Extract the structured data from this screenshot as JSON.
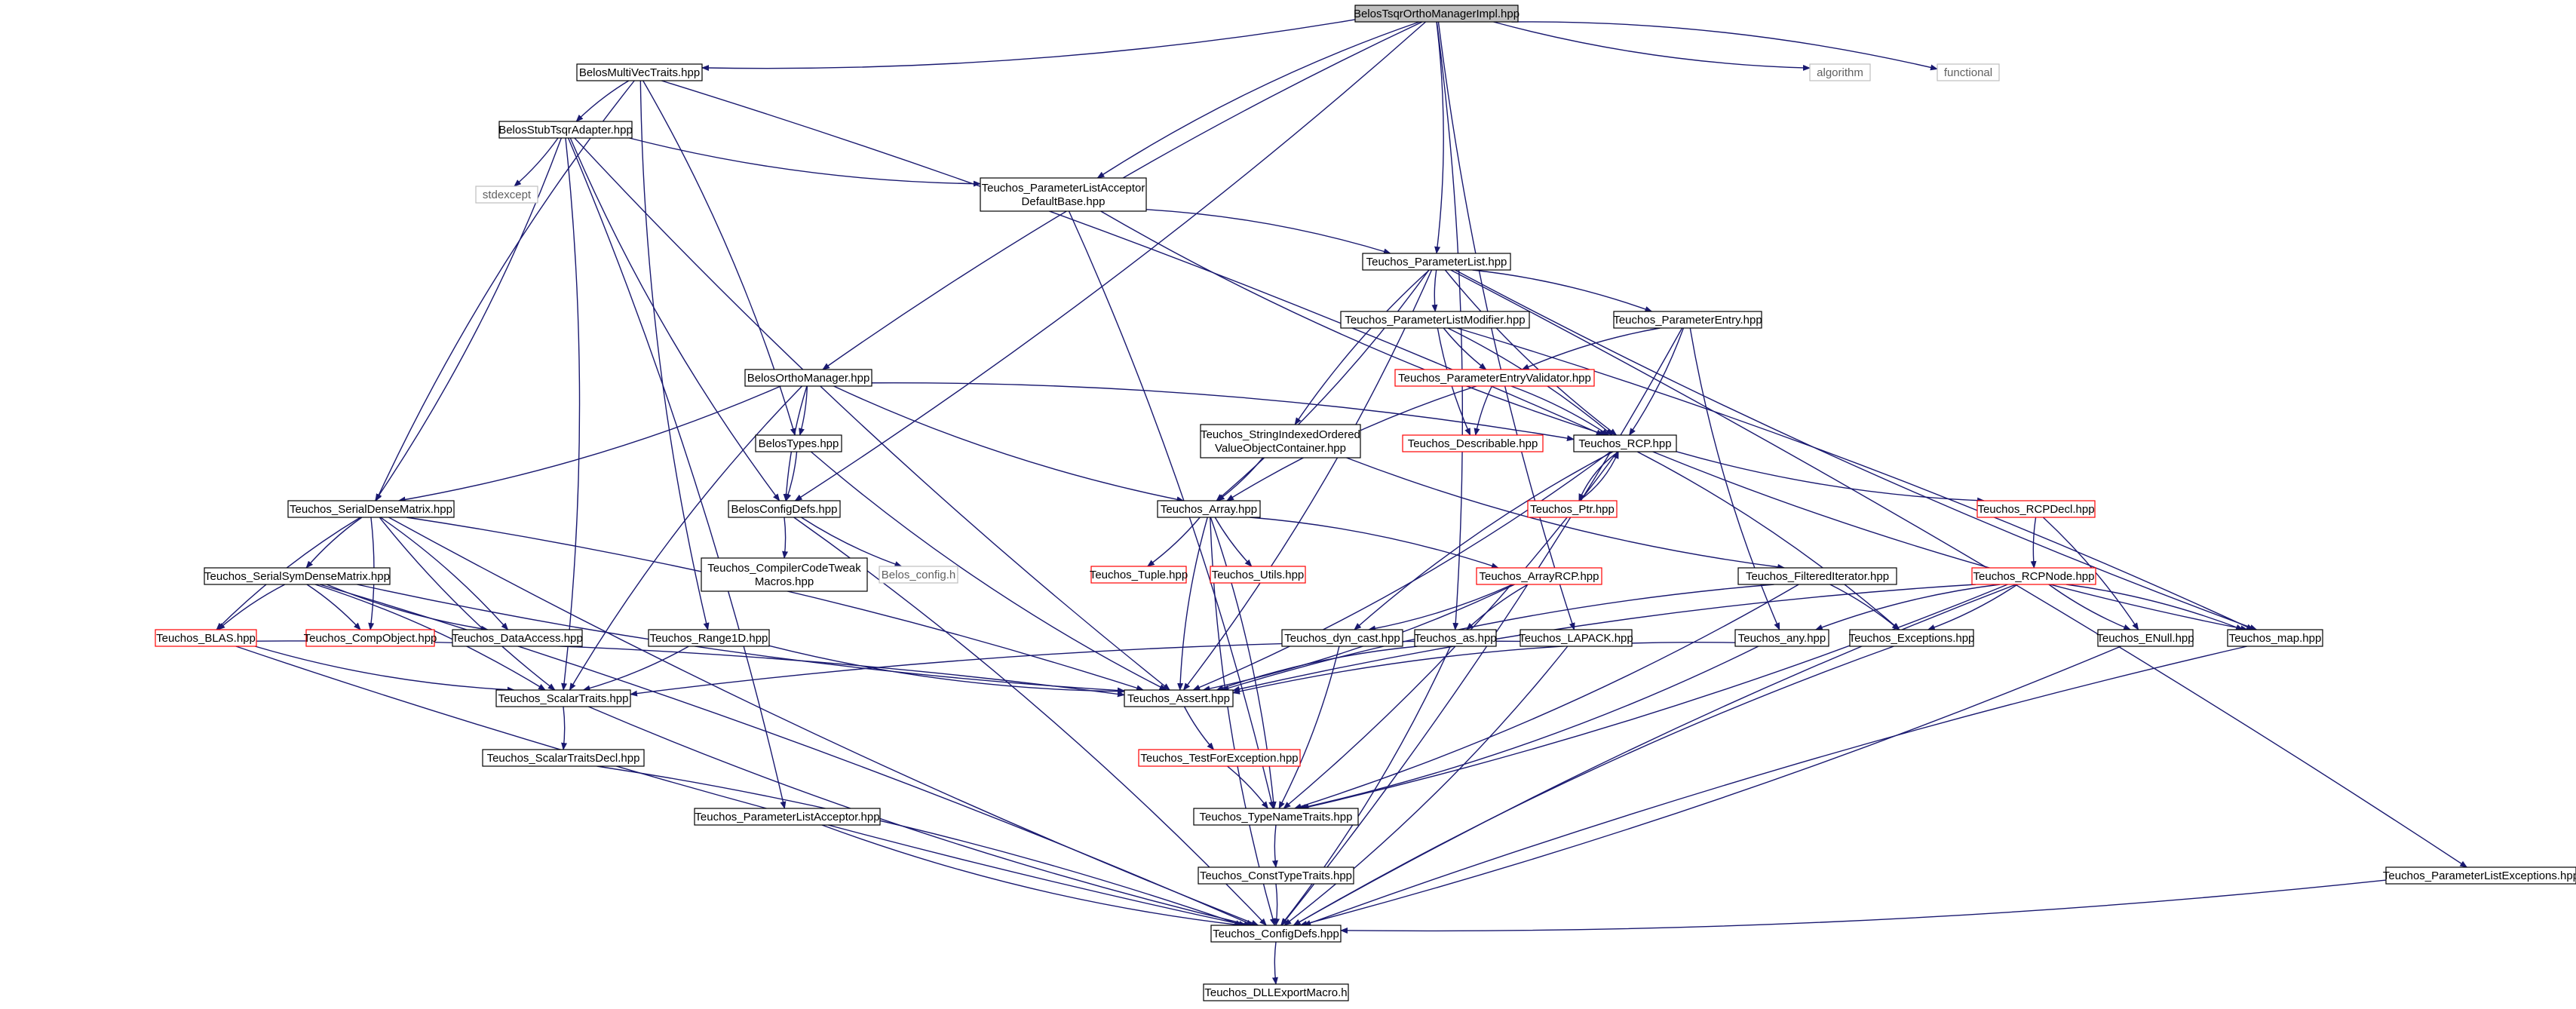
{
  "diagram": {
    "colors": {
      "edge": "#191970",
      "border_normal": "#000000",
      "border_truncated": "#ff0000",
      "border_external": "#bfbfbf",
      "root_fill": "#bfbfbf",
      "node_fill": "#ffffff",
      "text": "#000000",
      "text_external": "#606060"
    },
    "nodes": [
      {
        "id": "root",
        "lines": [
          "BelosTsqrOrthoManagerImpl.hpp"
        ],
        "kind": "root"
      },
      {
        "id": "mvtraits",
        "lines": [
          "BelosMultiVecTraits.hpp"
        ],
        "kind": "normal"
      },
      {
        "id": "algorithm",
        "lines": [
          "algorithm"
        ],
        "kind": "external"
      },
      {
        "id": "functional",
        "lines": [
          "functional"
        ],
        "kind": "external"
      },
      {
        "id": "stubtsqr",
        "lines": [
          "BelosStubTsqrAdapter.hpp"
        ],
        "kind": "normal"
      },
      {
        "id": "stdexcept",
        "lines": [
          "stdexcept"
        ],
        "kind": "external"
      },
      {
        "id": "plad",
        "lines": [
          "Teuchos_ParameterListAcceptor",
          "DefaultBase.hpp"
        ],
        "kind": "normal"
      },
      {
        "id": "plist",
        "lines": [
          "Teuchos_ParameterList.hpp"
        ],
        "kind": "normal"
      },
      {
        "id": "plmod",
        "lines": [
          "Teuchos_ParameterListModifier.hpp"
        ],
        "kind": "normal"
      },
      {
        "id": "pentry",
        "lines": [
          "Teuchos_ParameterEntry.hpp"
        ],
        "kind": "normal"
      },
      {
        "id": "pev",
        "lines": [
          "Teuchos_ParameterEntryValidator.hpp"
        ],
        "kind": "truncated"
      },
      {
        "id": "orthomgr",
        "lines": [
          "BelosOrthoManager.hpp"
        ],
        "kind": "normal"
      },
      {
        "id": "sivo",
        "lines": [
          "Teuchos_StringIndexedOrdered",
          "ValueObjectContainer.hpp"
        ],
        "kind": "normal"
      },
      {
        "id": "describable",
        "lines": [
          "Teuchos_Describable.hpp"
        ],
        "kind": "truncated"
      },
      {
        "id": "rcp",
        "lines": [
          "Teuchos_RCP.hpp"
        ],
        "kind": "normal"
      },
      {
        "id": "belostypes",
        "lines": [
          "BelosTypes.hpp"
        ],
        "kind": "normal"
      },
      {
        "id": "sdm",
        "lines": [
          "Teuchos_SerialDenseMatrix.hpp"
        ],
        "kind": "normal"
      },
      {
        "id": "belosconfig",
        "lines": [
          "BelosConfigDefs.hpp"
        ],
        "kind": "normal"
      },
      {
        "id": "array",
        "lines": [
          "Teuchos_Array.hpp"
        ],
        "kind": "normal"
      },
      {
        "id": "ptr",
        "lines": [
          "Teuchos_Ptr.hpp"
        ],
        "kind": "truncated"
      },
      {
        "id": "rcpdecl",
        "lines": [
          "Teuchos_RCPDecl.hpp"
        ],
        "kind": "truncated"
      },
      {
        "id": "cctweak",
        "lines": [
          "Teuchos_CompilerCodeTweak",
          "Macros.hpp"
        ],
        "kind": "normal"
      },
      {
        "id": "belosconfigh",
        "lines": [
          "Belos_config.h"
        ],
        "kind": "external"
      },
      {
        "id": "ssdm",
        "lines": [
          "Teuchos_SerialSymDenseMatrix.hpp"
        ],
        "kind": "normal"
      },
      {
        "id": "tuple",
        "lines": [
          "Teuchos_Tuple.hpp"
        ],
        "kind": "truncated"
      },
      {
        "id": "utils",
        "lines": [
          "Teuchos_Utils.hpp"
        ],
        "kind": "truncated"
      },
      {
        "id": "arcp",
        "lines": [
          "Teuchos_ArrayRCP.hpp"
        ],
        "kind": "truncated"
      },
      {
        "id": "filtered",
        "lines": [
          "Teuchos_FilteredIterator.hpp"
        ],
        "kind": "normal"
      },
      {
        "id": "rcpnode",
        "lines": [
          "Teuchos_RCPNode.hpp"
        ],
        "kind": "truncated"
      },
      {
        "id": "blas",
        "lines": [
          "Teuchos_BLAS.hpp"
        ],
        "kind": "truncated"
      },
      {
        "id": "compobj",
        "lines": [
          "Teuchos_CompObject.hpp"
        ],
        "kind": "truncated"
      },
      {
        "id": "dataaccess",
        "lines": [
          "Teuchos_DataAccess.hpp"
        ],
        "kind": "normal"
      },
      {
        "id": "range1d",
        "lines": [
          "Teuchos_Range1D.hpp"
        ],
        "kind": "normal"
      },
      {
        "id": "dyncast",
        "lines": [
          "Teuchos_dyn_cast.hpp"
        ],
        "kind": "normal"
      },
      {
        "id": "as",
        "lines": [
          "Teuchos_as.hpp"
        ],
        "kind": "normal"
      },
      {
        "id": "lapack",
        "lines": [
          "Teuchos_LAPACK.hpp"
        ],
        "kind": "normal"
      },
      {
        "id": "any",
        "lines": [
          "Teuchos_any.hpp"
        ],
        "kind": "normal"
      },
      {
        "id": "exceptions",
        "lines": [
          "Teuchos_Exceptions.hpp"
        ],
        "kind": "normal"
      },
      {
        "id": "enull",
        "lines": [
          "Teuchos_ENull.hpp"
        ],
        "kind": "normal"
      },
      {
        "id": "map",
        "lines": [
          "Teuchos_map.hpp"
        ],
        "kind": "normal"
      },
      {
        "id": "scalartraits",
        "lines": [
          "Teuchos_ScalarTraits.hpp"
        ],
        "kind": "normal"
      },
      {
        "id": "assert",
        "lines": [
          "Teuchos_Assert.hpp"
        ],
        "kind": "normal"
      },
      {
        "id": "stdecl",
        "lines": [
          "Teuchos_ScalarTraitsDecl.hpp"
        ],
        "kind": "normal"
      },
      {
        "id": "tfe",
        "lines": [
          "Teuchos_TestForException.hpp"
        ],
        "kind": "truncated"
      },
      {
        "id": "pla",
        "lines": [
          "Teuchos_ParameterListAcceptor.hpp"
        ],
        "kind": "normal"
      },
      {
        "id": "typename",
        "lines": [
          "Teuchos_TypeNameTraits.hpp"
        ],
        "kind": "normal"
      },
      {
        "id": "consttype",
        "lines": [
          "Teuchos_ConstTypeTraits.hpp"
        ],
        "kind": "normal"
      },
      {
        "id": "plexc",
        "lines": [
          "Teuchos_ParameterListExceptions.hpp"
        ],
        "kind": "normal"
      },
      {
        "id": "configdefs",
        "lines": [
          "Teuchos_ConfigDefs.hpp"
        ],
        "kind": "normal"
      },
      {
        "id": "dllexport",
        "lines": [
          "Teuchos_DLLExportMacro.h"
        ],
        "kind": "normal"
      }
    ],
    "edges": [
      [
        "root",
        "mvtraits"
      ],
      [
        "root",
        "algorithm"
      ],
      [
        "root",
        "functional"
      ],
      [
        "root",
        "plad"
      ],
      [
        "root",
        "plist"
      ],
      [
        "root",
        "orthomgr"
      ],
      [
        "root",
        "belosconfig"
      ],
      [
        "root",
        "lapack"
      ],
      [
        "root",
        "as"
      ],
      [
        "mvtraits",
        "stubtsqr"
      ],
      [
        "mvtraits",
        "belostypes"
      ],
      [
        "mvtraits",
        "sdm"
      ],
      [
        "mvtraits",
        "rcp"
      ],
      [
        "mvtraits",
        "range1d"
      ],
      [
        "stubtsqr",
        "stdexcept"
      ],
      [
        "stubtsqr",
        "plad"
      ],
      [
        "stubtsqr",
        "sdm"
      ],
      [
        "stubtsqr",
        "belosconfig"
      ],
      [
        "stubtsqr",
        "scalartraits"
      ],
      [
        "stubtsqr",
        "assert"
      ],
      [
        "plad",
        "plist"
      ],
      [
        "plad",
        "rcp"
      ],
      [
        "plad",
        "typename"
      ],
      [
        "plist",
        "plmod"
      ],
      [
        "plist",
        "pentry"
      ],
      [
        "plist",
        "rcp"
      ],
      [
        "plist",
        "array"
      ],
      [
        "plist",
        "map"
      ],
      [
        "plist",
        "plexc"
      ],
      [
        "plist",
        "sivo"
      ],
      [
        "plist",
        "assert"
      ],
      [
        "plmod",
        "pev"
      ],
      [
        "plmod",
        "rcp"
      ],
      [
        "plmod",
        "describable"
      ],
      [
        "plmod",
        "map"
      ],
      [
        "pentry",
        "pev"
      ],
      [
        "pentry",
        "rcp"
      ],
      [
        "pentry",
        "any"
      ],
      [
        "pentry",
        "configdefs"
      ],
      [
        "pev",
        "describable"
      ],
      [
        "pev",
        "rcp"
      ],
      [
        "pev",
        "array"
      ],
      [
        "orthomgr",
        "belostypes"
      ],
      [
        "orthomgr",
        "belosconfig"
      ],
      [
        "orthomgr",
        "sdm"
      ],
      [
        "orthomgr",
        "array"
      ],
      [
        "orthomgr",
        "rcp"
      ],
      [
        "orthomgr",
        "scalartraits"
      ],
      [
        "sivo",
        "array"
      ],
      [
        "sivo",
        "filtered"
      ],
      [
        "rcp",
        "ptr"
      ],
      [
        "rcp",
        "rcpdecl"
      ],
      [
        "rcp",
        "exceptions"
      ],
      [
        "rcp",
        "map"
      ],
      [
        "rcp",
        "assert"
      ],
      [
        "rcp",
        "dyncast"
      ],
      [
        "rcp",
        "typename"
      ],
      [
        "ptr",
        "rcp"
      ],
      [
        "belostypes",
        "belosconfig"
      ],
      [
        "belostypes",
        "assert"
      ],
      [
        "belosconfig",
        "cctweak"
      ],
      [
        "belosconfig",
        "belosconfigh"
      ],
      [
        "belosconfig",
        "configdefs"
      ],
      [
        "sdm",
        "ssdm"
      ],
      [
        "sdm",
        "compobj"
      ],
      [
        "sdm",
        "blas"
      ],
      [
        "sdm",
        "dataaccess"
      ],
      [
        "sdm",
        "scalartraits"
      ],
      [
        "sdm",
        "assert"
      ],
      [
        "sdm",
        "configdefs"
      ],
      [
        "array",
        "tuple"
      ],
      [
        "array",
        "utils"
      ],
      [
        "array",
        "arcp"
      ],
      [
        "array",
        "assert"
      ],
      [
        "array",
        "typename"
      ],
      [
        "array",
        "configdefs"
      ],
      [
        "arcp",
        "dyncast"
      ],
      [
        "arcp",
        "as"
      ],
      [
        "arcp",
        "assert"
      ],
      [
        "rcpdecl",
        "rcpnode"
      ],
      [
        "rcpdecl",
        "enull"
      ],
      [
        "rcpnode",
        "any"
      ],
      [
        "rcpnode",
        "exceptions"
      ],
      [
        "rcpnode",
        "enull"
      ],
      [
        "rcpnode",
        "map"
      ],
      [
        "rcpnode",
        "assert"
      ],
      [
        "rcpnode",
        "typename"
      ],
      [
        "rcpnode",
        "configdefs"
      ],
      [
        "filtered",
        "exceptions"
      ],
      [
        "filtered",
        "assert"
      ],
      [
        "filtered",
        "typename"
      ],
      [
        "ssdm",
        "blas"
      ],
      [
        "ssdm",
        "compobj"
      ],
      [
        "ssdm",
        "dataaccess"
      ],
      [
        "ssdm",
        "scalartraits"
      ],
      [
        "ssdm",
        "assert"
      ],
      [
        "ssdm",
        "configdefs"
      ],
      [
        "blas",
        "scalartraits"
      ],
      [
        "blas",
        "assert"
      ],
      [
        "blas",
        "configdefs"
      ],
      [
        "range1d",
        "scalartraits"
      ],
      [
        "range1d",
        "assert"
      ],
      [
        "dyncast",
        "typename"
      ],
      [
        "as",
        "assert"
      ],
      [
        "as",
        "configdefs"
      ],
      [
        "lapack",
        "scalartraits"
      ],
      [
        "lapack",
        "configdefs"
      ],
      [
        "any",
        "assert"
      ],
      [
        "any",
        "typename"
      ],
      [
        "exceptions",
        "configdefs"
      ],
      [
        "enull",
        "configdefs"
      ],
      [
        "map",
        "configdefs"
      ],
      [
        "scalartraits",
        "stdecl"
      ],
      [
        "scalartraits",
        "configdefs"
      ],
      [
        "stdecl",
        "configdefs"
      ],
      [
        "assert",
        "tfe"
      ],
      [
        "tfe",
        "typename"
      ],
      [
        "typename",
        "consttype"
      ],
      [
        "consttype",
        "configdefs"
      ],
      [
        "pla",
        "configdefs"
      ],
      [
        "plexc",
        "configdefs"
      ],
      [
        "configdefs",
        "dllexport"
      ],
      [
        "stubtsqr",
        "pla"
      ]
    ]
  }
}
